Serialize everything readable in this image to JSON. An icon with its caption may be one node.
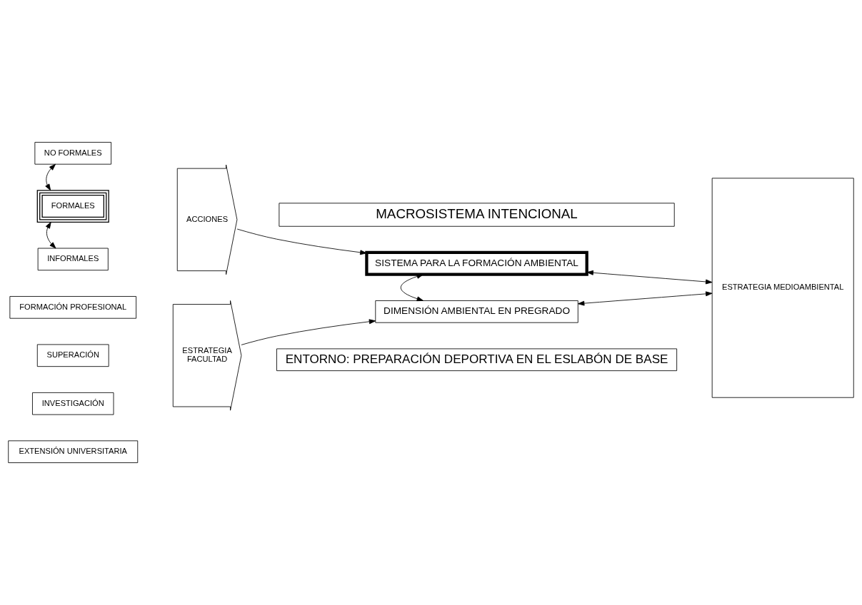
{
  "diagram": {
    "nodes": [
      {
        "text": [
          "MACROSISTEMA INTENCIONAL"
        ]
      },
      {
        "text": [
          "NO FORMALES"
        ]
      },
      {
        "text": [
          "FORMALES"
        ]
      },
      {
        "text": [
          "INFORMALES"
        ]
      },
      {
        "text": [
          "ACCIONES"
        ]
      },
      {
        "text": [
          "FORMACIÓN PROFESIONAL"
        ]
      },
      {
        "text": [
          "SUPERACIÓN"
        ]
      },
      {
        "text": [
          "INVESTIGACIÓN"
        ]
      },
      {
        "text": [
          "EXTENSIÓN UNIVERSITARIA"
        ]
      },
      {
        "text": [
          "ESTRATEGIA",
          "FACULTAD"
        ]
      },
      {
        "text": [
          "SISTEMA PARA LA FORMACIÓN AMBIENTAL"
        ]
      },
      {
        "text": [
          "DIMENSIÓN AMBIENTAL EN PREGRADO"
        ]
      },
      {
        "text": [
          "ESTRATEGIA MEDIOAMBIENTAL"
        ]
      },
      {
        "text": [
          "ENTORNO: PREPARACIÓN DEPORTIVA EN EL ESLABÓN DE BASE"
        ]
      }
    ],
    "edges": [
      {
        "from": 1,
        "to": 2,
        "arrow": "both"
      },
      {
        "from": 2,
        "to": 3,
        "arrow": "both"
      },
      {
        "from": 4,
        "to": 10,
        "arrow": "to"
      },
      {
        "from": 9,
        "to": 11,
        "arrow": "to"
      },
      {
        "from": 10,
        "to": 12,
        "arrow": "both"
      },
      {
        "from": 10,
        "to": 11,
        "arrow": "both"
      },
      {
        "from": 11,
        "to": 12,
        "arrow": "both"
      }
    ]
  }
}
